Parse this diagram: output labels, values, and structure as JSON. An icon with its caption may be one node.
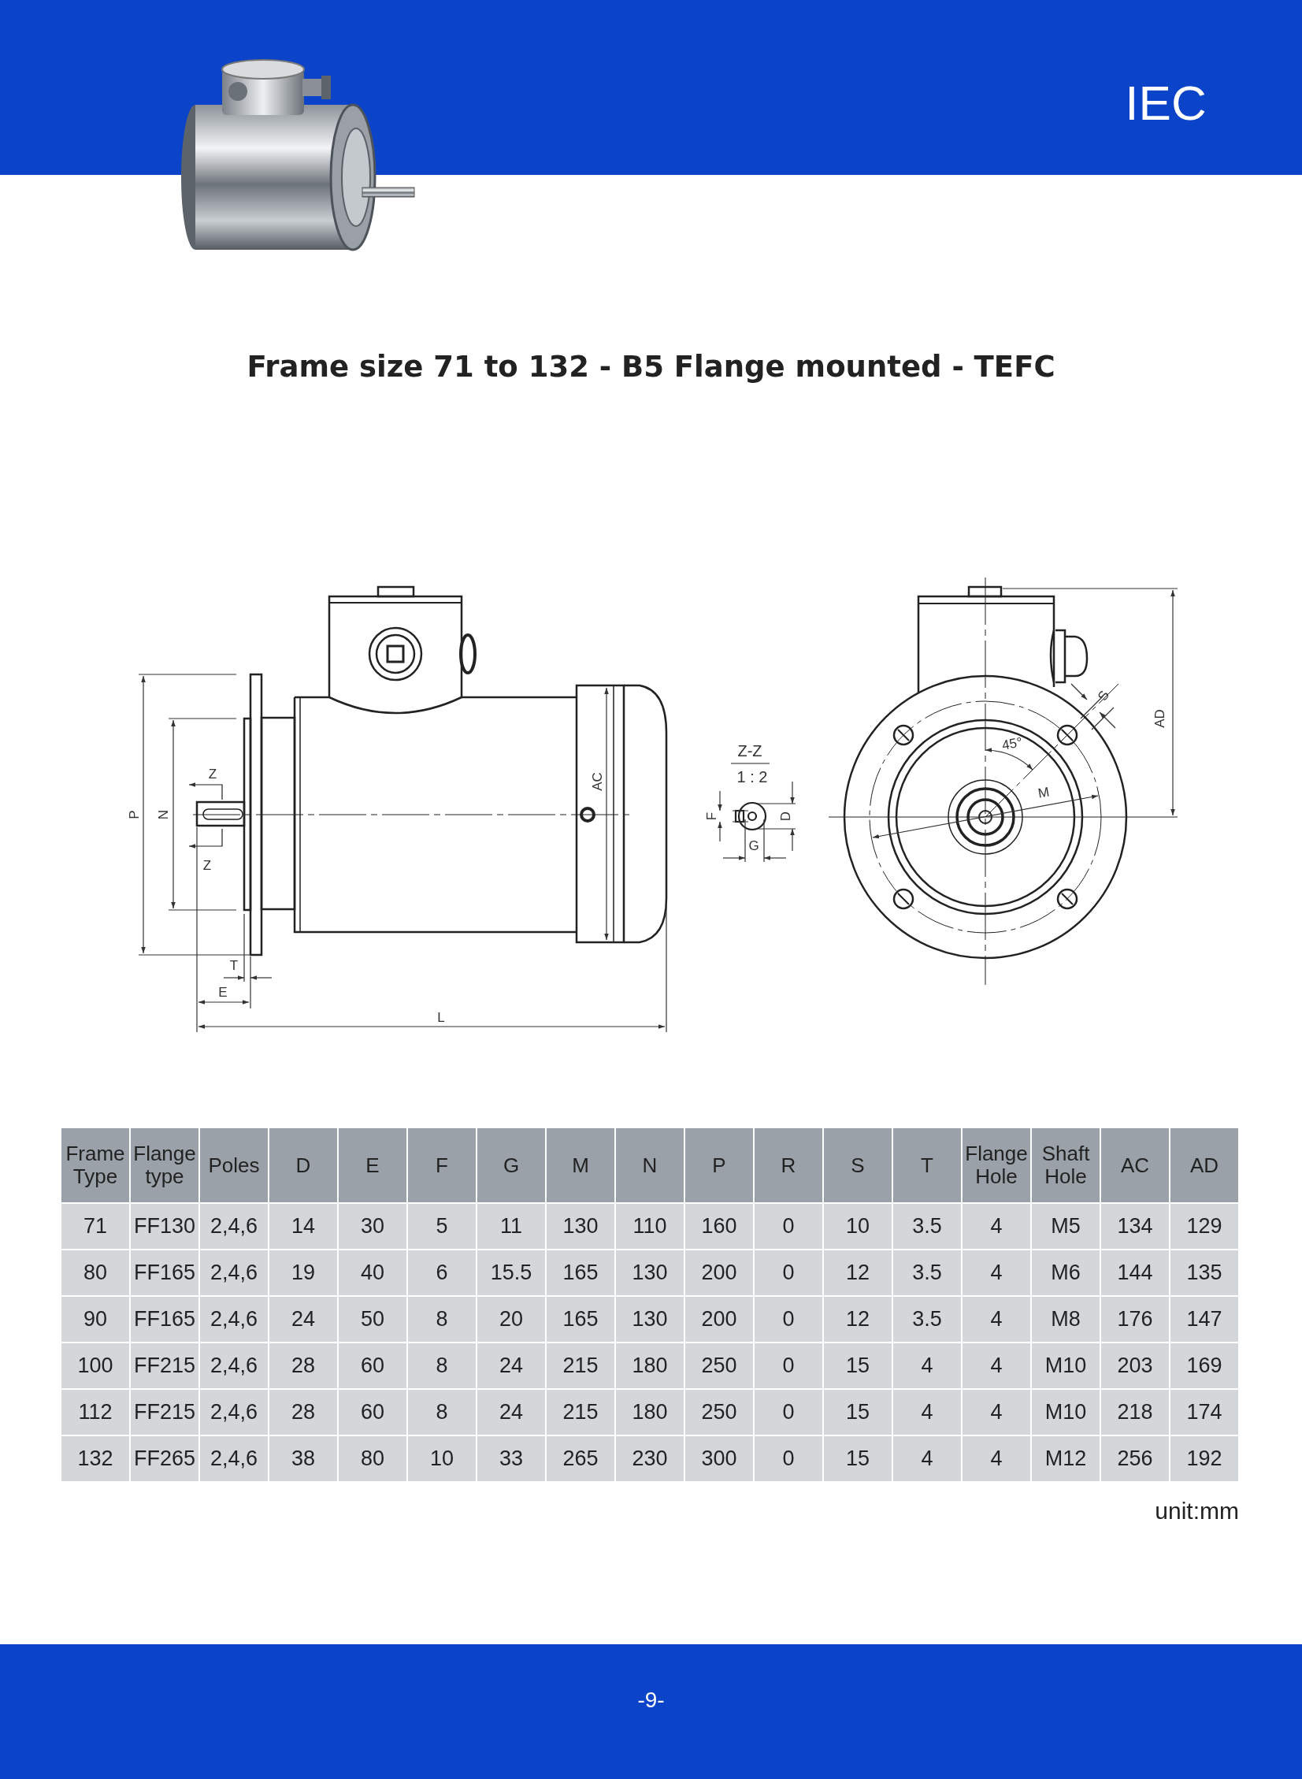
{
  "diagram": {
    "title": "Frame size 71 to 132 - B5 Flange mounted - TEFC",
    "labels": [
      "IEC",
      "P",
      "N",
      "Z",
      "Z",
      "AC",
      "T",
      "E",
      "L",
      "Z-Z",
      "1 : 2",
      "F",
      "D",
      "G",
      "45°",
      "M",
      "S",
      "AD",
      "Frame Type",
      "Flange type",
      "Poles",
      "D",
      "E",
      "F",
      "G",
      "M",
      "N",
      "P",
      "R",
      "S",
      "T",
      "Flange Hole",
      "Shaft Hole",
      "AC",
      "AD",
      "71",
      "FF130",
      "2,4,6",
      "14",
      "30",
      "5",
      "11",
      "130",
      "110",
      "160",
      "0",
      "10",
      "3.5",
      "4",
      "M5",
      "134",
      "129",
      "80",
      "FF165",
      "2,4,6",
      "19",
      "40",
      "6",
      "15.5",
      "165",
      "130",
      "200",
      "0",
      "12",
      "3.5",
      "4",
      "M6",
      "144",
      "135",
      "90",
      "FF165",
      "2,4,6",
      "24",
      "50",
      "8",
      "20",
      "165",
      "130",
      "200",
      "0",
      "12",
      "3.5",
      "4",
      "M8",
      "176",
      "147",
      "100",
      "FF215",
      "2,4,6",
      "28",
      "60",
      "8",
      "24",
      "215",
      "180",
      "250",
      "0",
      "15",
      "4",
      "4",
      "M10",
      "203",
      "169",
      "112",
      "FF215",
      "2,4,6",
      "28",
      "60",
      "8",
      "24",
      "215",
      "180",
      "250",
      "0",
      "15",
      "4",
      "4",
      "M10",
      "218",
      "174",
      "132",
      "FF265",
      "2,4,6",
      "38",
      "80",
      "10",
      "33",
      "265",
      "230",
      "300",
      "0",
      "15",
      "4",
      "4",
      "M12",
      "256",
      "192",
      "unit:mm",
      "-9-"
    ]
  }
}
